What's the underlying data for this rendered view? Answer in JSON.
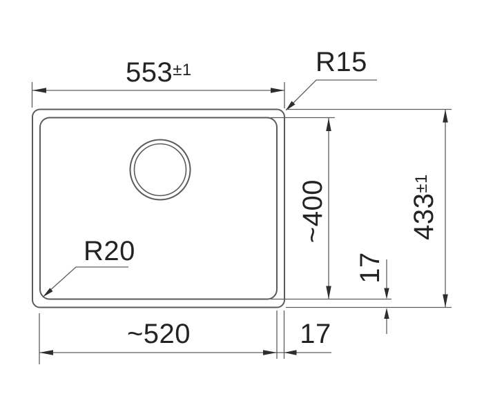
{
  "drawing": {
    "type": "technical-dimension-drawing",
    "subject": "undermount sink, top view",
    "background_color": "#ffffff",
    "line_color": "#595a5c",
    "text_color": "#232326",
    "labels": {
      "outer_width": {
        "value": "553",
        "tolerance": "±1"
      },
      "outer_height": {
        "value": "433",
        "tolerance": "±1"
      },
      "bowl_width": {
        "value": "~520"
      },
      "bowl_depth": {
        "value": "~400"
      },
      "rim_right": {
        "value": "17"
      },
      "rim_bottom": {
        "value": "17"
      },
      "radius_top_right": {
        "value": "R15"
      },
      "radius_bottom_left": {
        "value": "R20"
      }
    }
  }
}
